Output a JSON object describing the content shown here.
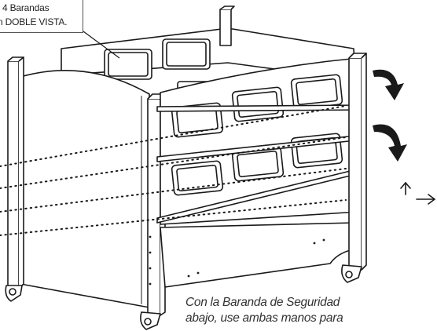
{
  "callout": {
    "line1": "4 Barandas",
    "line2": "n DOBLE VISTA."
  },
  "caption": {
    "line1": "Con la Baranda de Seguridad",
    "line2": "abajo, use ambas manos para"
  },
  "icons": [
    "rotate-arrow-icon",
    "rotate-arrow-icon",
    "up-arrow-icon",
    "right-arrow-icon"
  ],
  "colors": {
    "line": "#1a1a1a",
    "background": "#ffffff"
  }
}
